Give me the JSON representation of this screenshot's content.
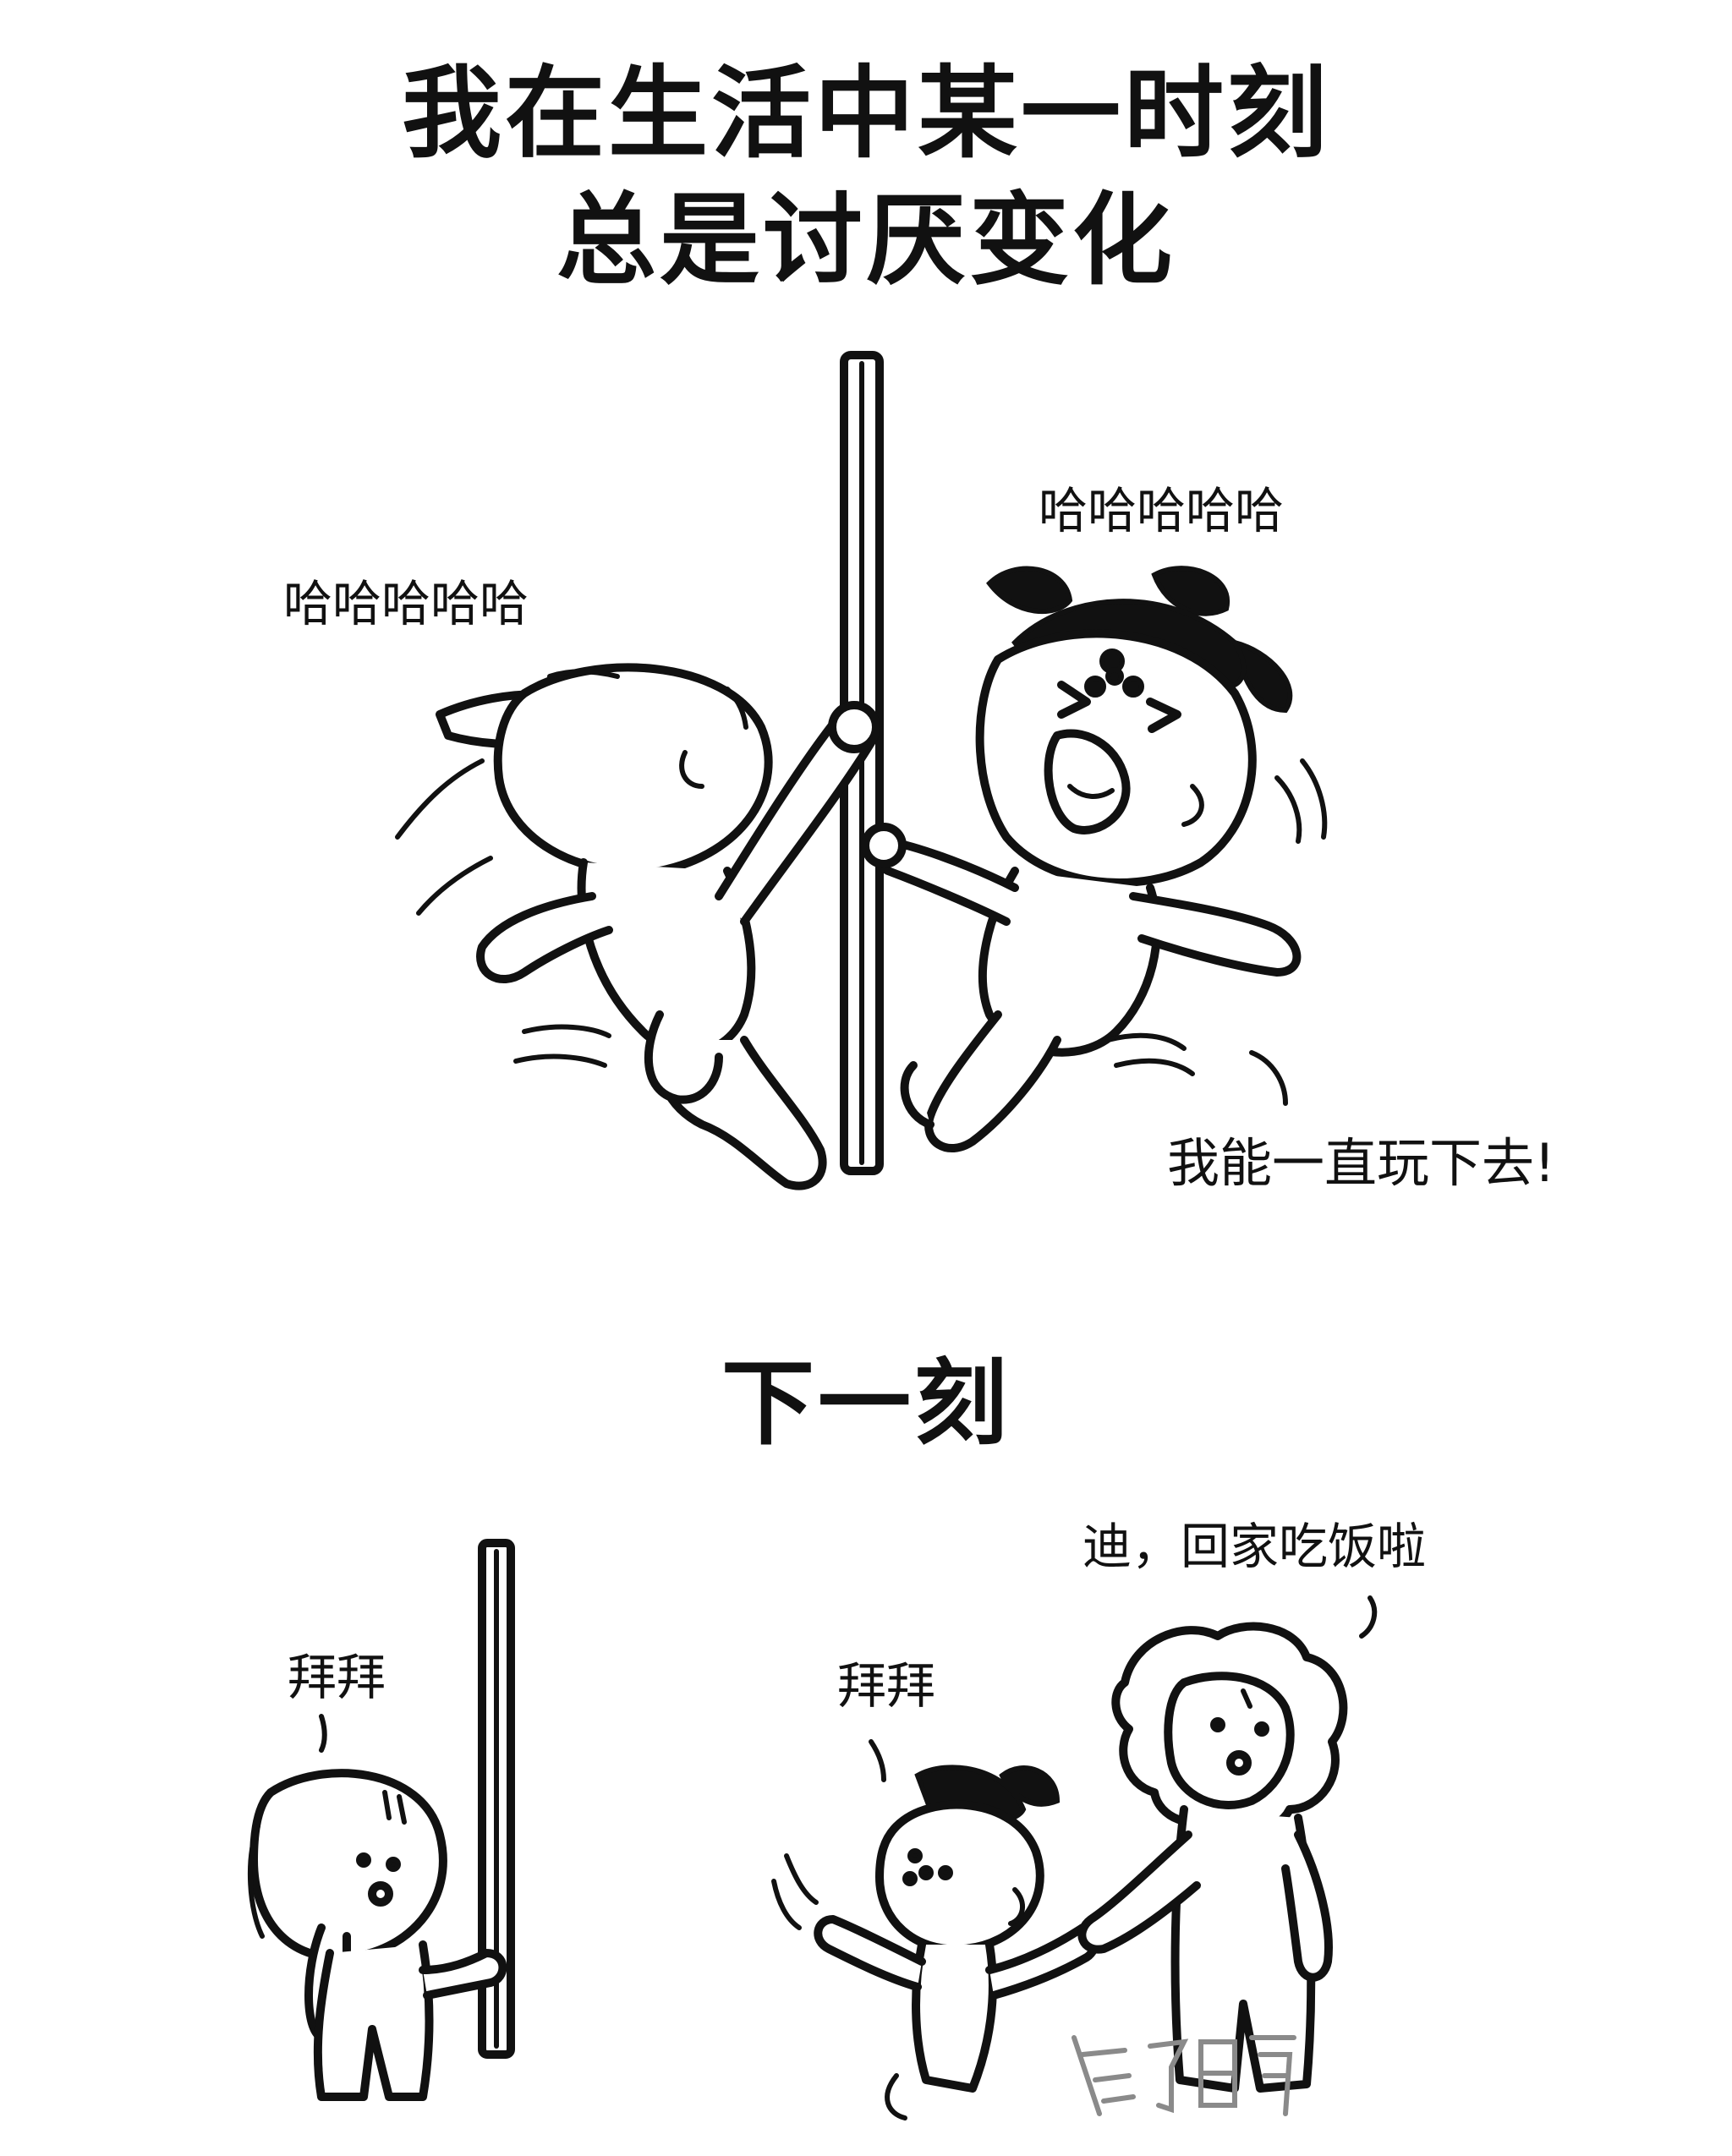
{
  "title": {
    "line1": "我在生活中某一时刻",
    "line2": "总是讨厌变化"
  },
  "panel1": {
    "left_bubble": "哈哈哈哈哈",
    "right_bubble": "哈哈哈哈哈",
    "caption": "我能一直玩下去!"
  },
  "subtitle": "下一刻",
  "panel2": {
    "left_bubble": "拜拜",
    "middle_bubble": "拜拜",
    "parent_bubble": "迪，回家吃饭啦"
  },
  "watermark": "迪子日常"
}
